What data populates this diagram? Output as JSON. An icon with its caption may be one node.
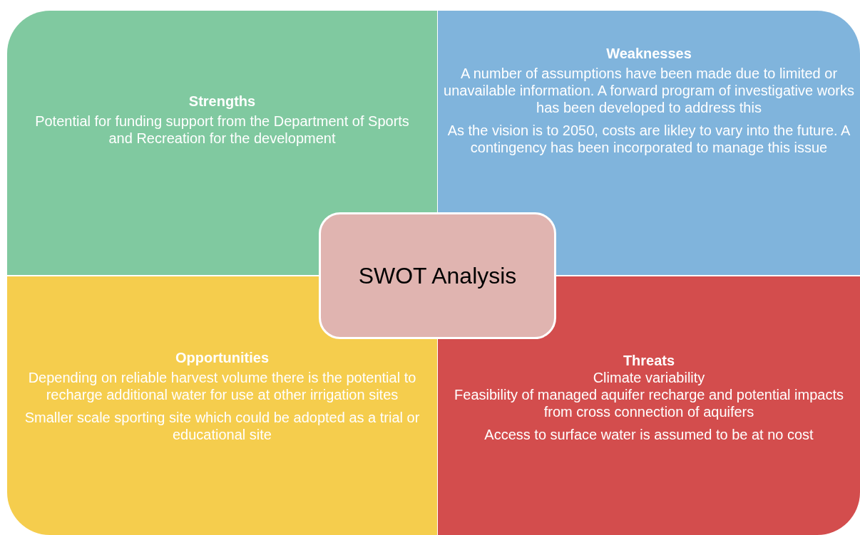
{
  "diagram": {
    "nodes": [
      {
        "text": [
          "Strengths",
          "Potential for funding support from the Department of Sports and Recreation for the development"
        ]
      },
      {
        "text": [
          "Weaknesses",
          "A number of assumptions have been made due to limited or unavailable information. A forward program of investigative works has been developed to address this",
          "As the vision is to 2050, costs are likley to vary into the future. A contingency has been incorporated to manage this issue"
        ]
      },
      {
        "text": [
          "SWOT Analysis"
        ]
      },
      {
        "text": [
          "Opportunities",
          "Depending on reliable harvest volume there is the potential to recharge additional water for use at other irrigation sites",
          "Smaller scale sporting site which could be adopted as a trial or educational site"
        ]
      },
      {
        "text": [
          "Threats",
          "Climate variability",
          "Feasibility of managed aquifer recharge and potential impacts from cross connection of aquifers",
          "Access to surface water is assumed to be at no cost"
        ]
      }
    ]
  }
}
